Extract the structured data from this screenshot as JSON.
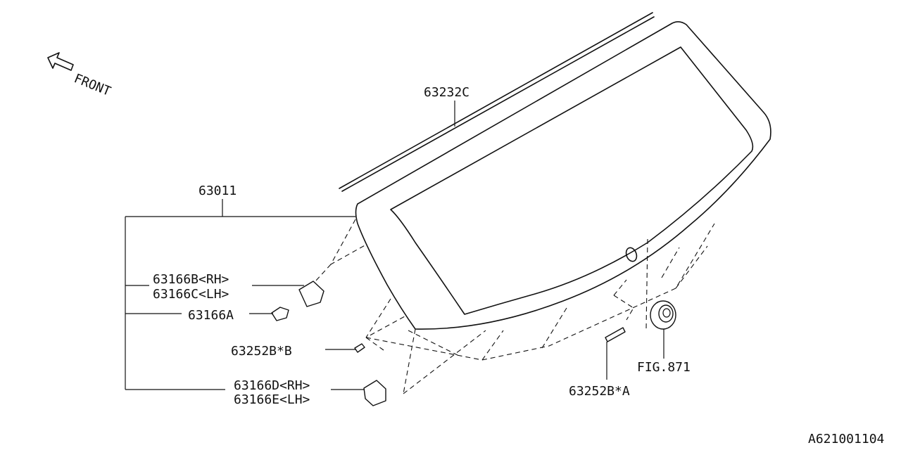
{
  "diagram": {
    "front_label": "FRONT",
    "diagram_id": "A621001104",
    "parts": {
      "p63232c": "63232C",
      "p63011": "63011",
      "p63166b_rh": "63166B<RH>",
      "p63166c_lh": "63166C<LH>",
      "p63166a": "63166A",
      "p63252b_b": "63252B*B",
      "p63166d_rh": "63166D<RH>",
      "p63166e_lh": "63166E<LH>",
      "fig871": "FIG.871",
      "p63252b_a": "63252B*A"
    }
  }
}
